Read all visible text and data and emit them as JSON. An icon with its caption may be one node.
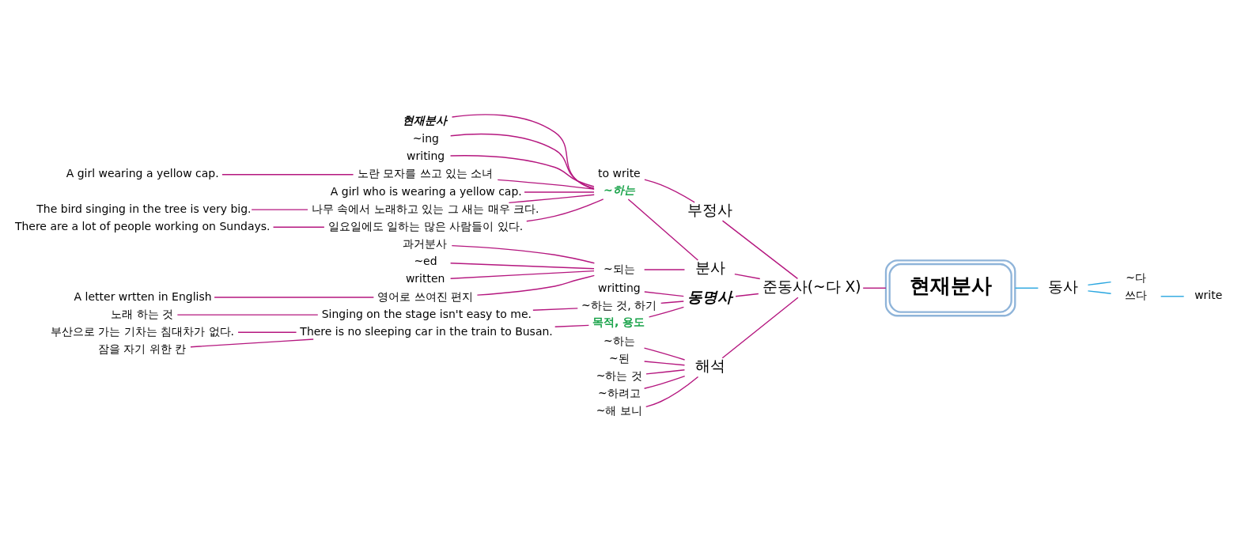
{
  "diagram": {
    "nodes": [
      {
        "text": [
          "현재분사"
        ]
      },
      {
        "text": [
          "준동사(~다 X)"
        ]
      },
      {
        "text": [
          "동사"
        ]
      },
      {
        "text": [
          "~다"
        ]
      },
      {
        "text": [
          "쓰다"
        ]
      },
      {
        "text": [
          "write"
        ]
      },
      {
        "text": [
          "부정사"
        ]
      },
      {
        "text": [
          "to write"
        ]
      },
      {
        "text": [
          "분사"
        ]
      },
      {
        "text": [
          "~하는"
        ]
      },
      {
        "text": [
          "현재분사"
        ]
      },
      {
        "text": [
          "~ing"
        ]
      },
      {
        "text": [
          "writing"
        ]
      },
      {
        "text": [
          "노란 모자를 쓰고 있는 소녀"
        ]
      },
      {
        "text": [
          "A girl wearing a yellow cap."
        ]
      },
      {
        "text": [
          "A girl who is wearing a yellow cap."
        ]
      },
      {
        "text": [
          "나무 속에서 노래하고 있는 그 새는 매우 크다."
        ]
      },
      {
        "text": [
          "The bird singing in the tree is very big."
        ]
      },
      {
        "text": [
          "일요일에도 일하는 많은 사람들이 있다."
        ]
      },
      {
        "text": [
          "There are a lot of people working on Sundays."
        ]
      },
      {
        "text": [
          "~되는"
        ]
      },
      {
        "text": [
          "과거분사"
        ]
      },
      {
        "text": [
          "~ed"
        ]
      },
      {
        "text": [
          "written"
        ]
      },
      {
        "text": [
          "영어로 쓰여진 편지"
        ]
      },
      {
        "text": [
          "A letter wrtten in English"
        ]
      },
      {
        "text": [
          "동명사"
        ]
      },
      {
        "text": [
          "writting"
        ]
      },
      {
        "text": [
          "~하는 것, 하기"
        ]
      },
      {
        "text": [
          "Singing on the stage isn't easy to me."
        ]
      },
      {
        "text": [
          "노래 하는 것"
        ]
      },
      {
        "text": [
          "목적, 용도"
        ]
      },
      {
        "text": [
          "There is no sleeping car in the train to Busan."
        ]
      },
      {
        "text": [
          "부산으로 가는 기차는 침대차가 없다."
        ]
      },
      {
        "text": [
          "잠을 자기 위한 칸"
        ]
      },
      {
        "text": [
          "해석"
        ]
      },
      {
        "text": [
          "~하는"
        ]
      },
      {
        "text": [
          "~된"
        ]
      },
      {
        "text": [
          "~하는 것"
        ]
      },
      {
        "text": [
          "~하려고"
        ]
      },
      {
        "text": [
          "~해 보니"
        ]
      }
    ],
    "edges": [
      {
        "from": 0,
        "to": 1,
        "arrow": "none"
      },
      {
        "from": 0,
        "to": 2,
        "arrow": "none",
        "color": "#29a6e0"
      },
      {
        "from": 2,
        "to": 3,
        "arrow": "none",
        "color": "#29a6e0"
      },
      {
        "from": 2,
        "to": 4,
        "arrow": "none",
        "color": "#29a6e0"
      },
      {
        "from": 4,
        "to": 5,
        "arrow": "none",
        "color": "#29a6e0"
      },
      {
        "from": 1,
        "to": 6,
        "arrow": "none"
      },
      {
        "from": 6,
        "to": 7,
        "arrow": "none"
      },
      {
        "from": 1,
        "to": 8,
        "arrow": "none"
      },
      {
        "from": 8,
        "to": 9,
        "arrow": "none"
      },
      {
        "from": 9,
        "to": 10,
        "arrow": "none"
      },
      {
        "from": 9,
        "to": 11,
        "arrow": "none"
      },
      {
        "from": 9,
        "to": 12,
        "arrow": "none"
      },
      {
        "from": 9,
        "to": 13,
        "arrow": "none"
      },
      {
        "from": 13,
        "to": 14,
        "arrow": "none"
      },
      {
        "from": 9,
        "to": 15,
        "arrow": "none"
      },
      {
        "from": 9,
        "to": 16,
        "arrow": "none"
      },
      {
        "from": 16,
        "to": 17,
        "arrow": "none"
      },
      {
        "from": 9,
        "to": 18,
        "arrow": "none"
      },
      {
        "from": 18,
        "to": 19,
        "arrow": "none"
      },
      {
        "from": 8,
        "to": 20,
        "arrow": "none"
      },
      {
        "from": 20,
        "to": 21,
        "arrow": "none"
      },
      {
        "from": 20,
        "to": 22,
        "arrow": "none"
      },
      {
        "from": 20,
        "to": 23,
        "arrow": "none"
      },
      {
        "from": 20,
        "to": 24,
        "arrow": "none"
      },
      {
        "from": 24,
        "to": 25,
        "arrow": "none"
      },
      {
        "from": 1,
        "to": 26,
        "arrow": "none"
      },
      {
        "from": 26,
        "to": 27,
        "arrow": "none"
      },
      {
        "from": 26,
        "to": 28,
        "arrow": "none"
      },
      {
        "from": 28,
        "to": 29,
        "arrow": "none"
      },
      {
        "from": 29,
        "to": 30,
        "arrow": "none"
      },
      {
        "from": 26,
        "to": 31,
        "arrow": "none"
      },
      {
        "from": 31,
        "to": 32,
        "arrow": "none"
      },
      {
        "from": 32,
        "to": 33,
        "arrow": "none"
      },
      {
        "from": 32,
        "to": 34,
        "arrow": "none"
      },
      {
        "from": 1,
        "to": 35,
        "arrow": "none"
      },
      {
        "from": 35,
        "to": 36,
        "arrow": "none"
      },
      {
        "from": 35,
        "to": 37,
        "arrow": "none"
      },
      {
        "from": 35,
        "to": 38,
        "arrow": "none"
      },
      {
        "from": 35,
        "to": 39,
        "arrow": "none"
      },
      {
        "from": 35,
        "to": 40,
        "arrow": "none"
      }
    ]
  }
}
